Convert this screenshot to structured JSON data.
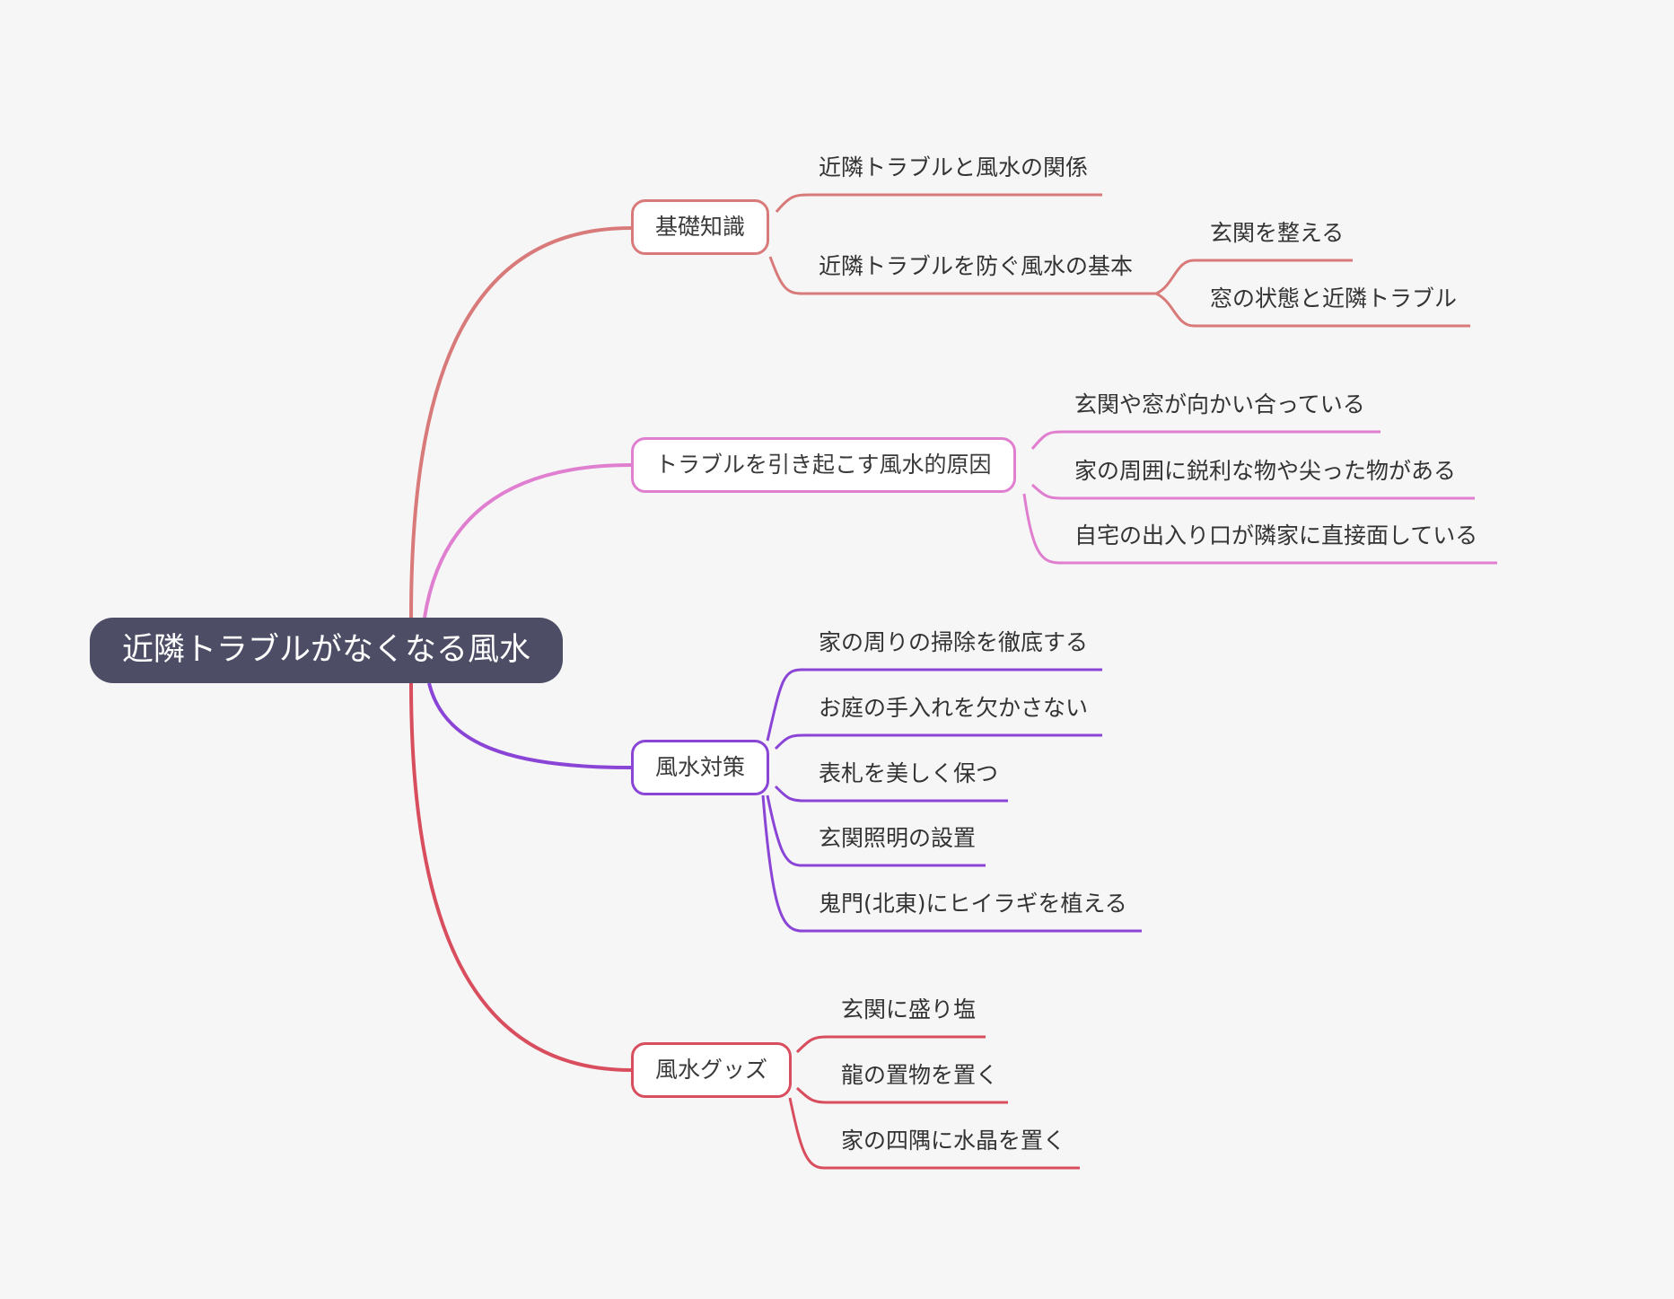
{
  "root": {
    "label": "近隣トラブルがなくなる風水"
  },
  "colors": {
    "root_bg": "#4d4e66",
    "branch_1": "#d97a7a",
    "branch_2": "#e07fd0",
    "branch_3": "#8a44d6",
    "branch_4": "#d94e5e"
  },
  "branches": [
    {
      "label": "基礎知識",
      "children": [
        {
          "label": "近隣トラブルと風水の関係"
        },
        {
          "label": "近隣トラブルを防ぐ風水の基本",
          "children": [
            {
              "label": "玄関を整える"
            },
            {
              "label": "窓の状態と近隣トラブル"
            }
          ]
        }
      ]
    },
    {
      "label": "トラブルを引き起こす風水的原因",
      "children": [
        {
          "label": "玄関や窓が向かい合っている"
        },
        {
          "label": "家の周囲に鋭利な物や尖った物がある"
        },
        {
          "label": "自宅の出入り口が隣家に直接面している"
        }
      ]
    },
    {
      "label": "風水対策",
      "children": [
        {
          "label": "家の周りの掃除を徹底する"
        },
        {
          "label": "お庭の手入れを欠かさない"
        },
        {
          "label": "表札を美しく保つ"
        },
        {
          "label": "玄関照明の設置"
        },
        {
          "label": "鬼門(北東)にヒイラギを植える"
        }
      ]
    },
    {
      "label": "風水グッズ",
      "children": [
        {
          "label": "玄関に盛り塩"
        },
        {
          "label": "龍の置物を置く"
        },
        {
          "label": "家の四隅に水晶を置く"
        }
      ]
    }
  ]
}
